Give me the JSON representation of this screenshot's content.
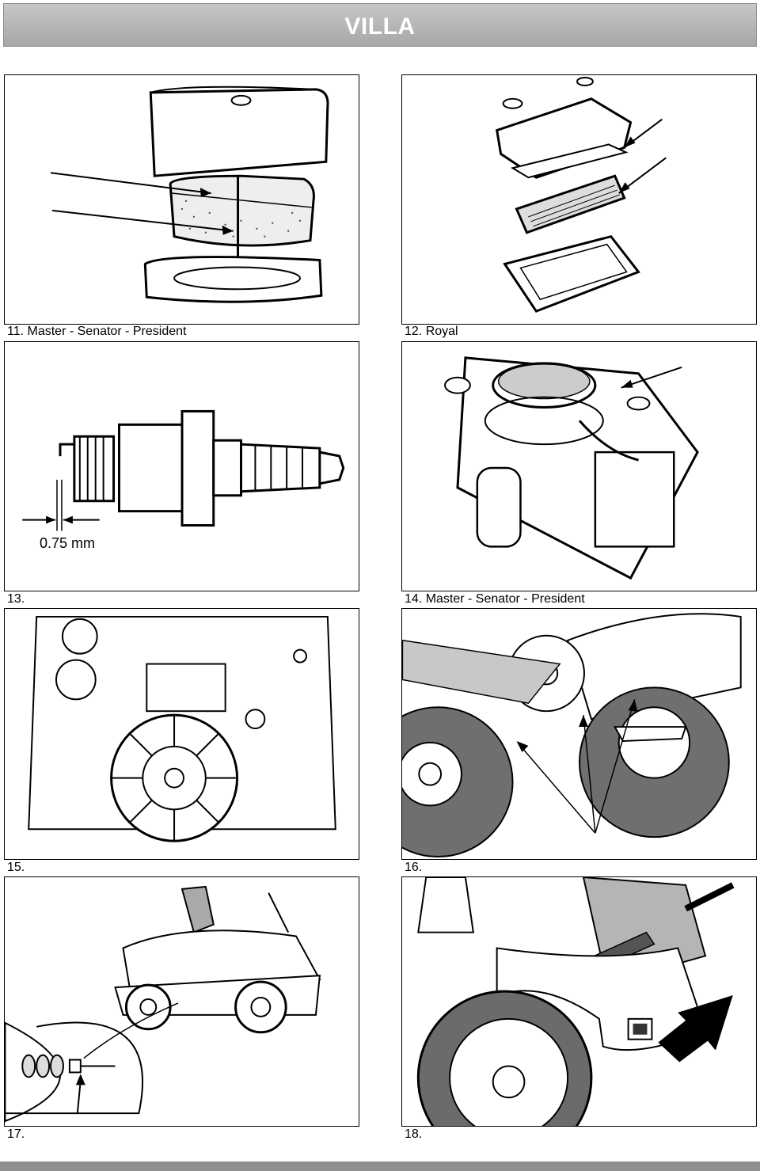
{
  "header": {
    "title": "VILLA"
  },
  "figures": [
    {
      "caption": "11. Master - Senator - President"
    },
    {
      "caption": "12. Royal"
    },
    {
      "caption": "13.",
      "measurement": "0.75 mm"
    },
    {
      "caption": "14. Master - Senator - President"
    },
    {
      "caption": "15."
    },
    {
      "caption": "16."
    },
    {
      "caption": "17."
    },
    {
      "caption": "18."
    }
  ]
}
